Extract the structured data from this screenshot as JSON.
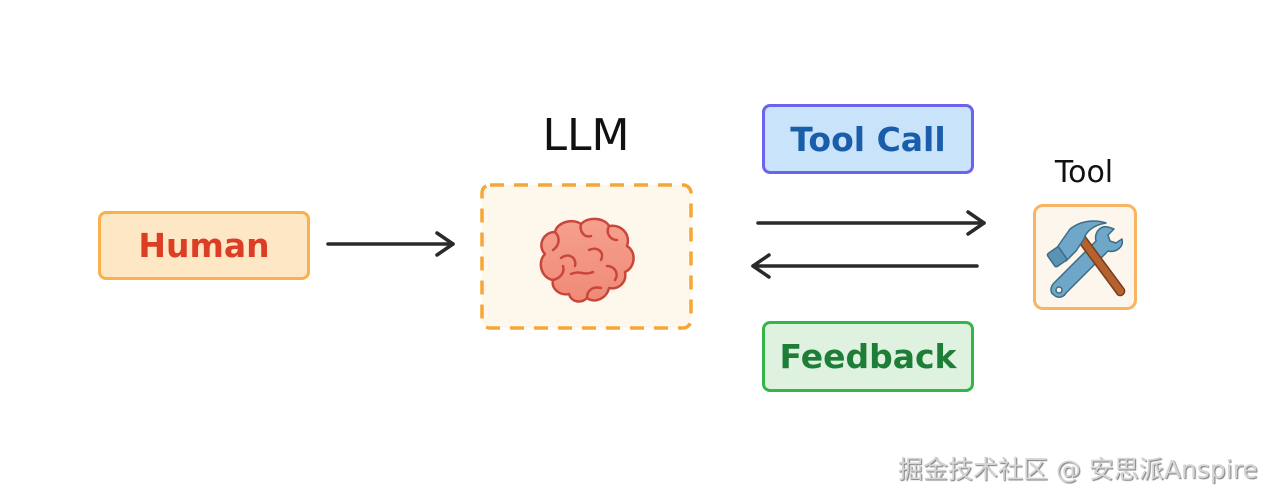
{
  "nodes": {
    "human": {
      "label": "Human",
      "colors": {
        "fill": "#fde7c4",
        "border": "#f9b04e",
        "text": "#dc3d25"
      }
    },
    "llm": {
      "title": "LLM",
      "icon": "brain-icon",
      "colors": {
        "fill": "#fef7ec",
        "border": "#f5a634",
        "border_style": "dashed"
      }
    },
    "tool_call": {
      "label": "Tool Call",
      "colors": {
        "fill": "#c9e3fb",
        "border": "#6b63ee",
        "text": "#1a5eab"
      }
    },
    "feedback": {
      "label": "Feedback",
      "colors": {
        "fill": "#dff2df",
        "border": "#33b649",
        "text": "#1e7d37"
      }
    },
    "tool": {
      "title": "Tool",
      "icon": "hammer-wrench-icon",
      "colors": {
        "fill": "#fdf6ec",
        "border": "#f7b563"
      }
    }
  },
  "edges": [
    {
      "from": "Human",
      "to": "LLM",
      "direction": "right"
    },
    {
      "from": "LLM",
      "to": "Tool",
      "direction": "right",
      "label": "Tool Call"
    },
    {
      "from": "Tool",
      "to": "LLM",
      "direction": "left",
      "label": "Feedback"
    }
  ],
  "watermark": "掘金技术社区 @ 安思派Anspire"
}
